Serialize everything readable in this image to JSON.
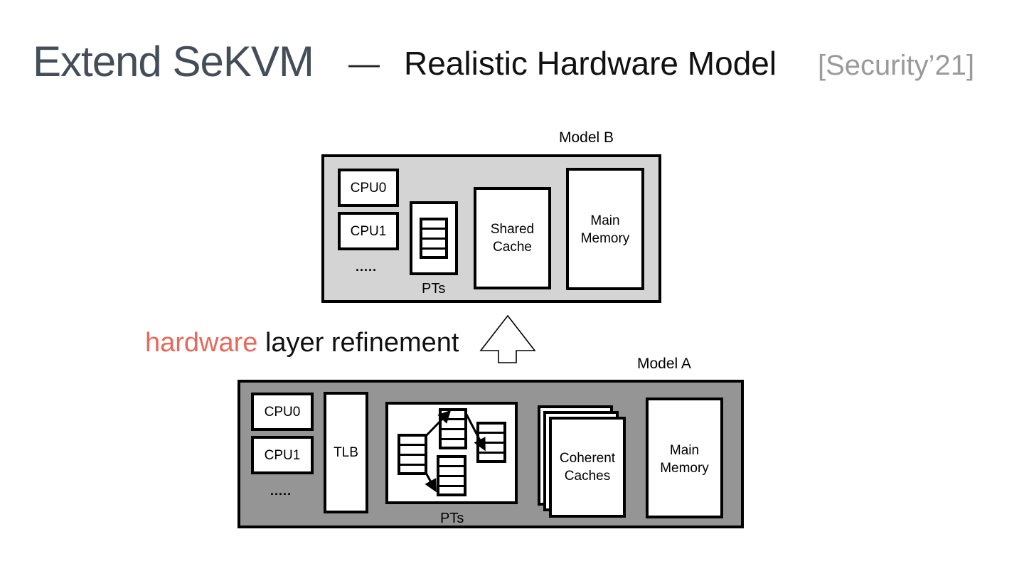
{
  "title": {
    "main": "Extend SeKVM",
    "dash": "—",
    "subtitle": "Realistic Hardware Model",
    "citation": "[Security’21]"
  },
  "colors": {
    "title": "#434e58",
    "citation": "#9a9a9a",
    "accent": "#e8685a",
    "model_b_bg": "#d4d4d4",
    "model_a_bg": "#959595"
  },
  "refinement": {
    "accent_word": "hardware",
    "rest": " layer refinement",
    "arrow_icon": "hollow-up-arrow"
  },
  "model_b": {
    "label": "Model B",
    "cpu0": "CPU0",
    "cpu1": "CPU1",
    "ellipsis": ".....",
    "pts_label": "PTs",
    "shared_cache_line1": "Shared",
    "shared_cache_line2": "Cache",
    "main_memory_line1": "Main",
    "main_memory_line2": "Memory"
  },
  "model_a": {
    "label": "Model A",
    "cpu0": "CPU0",
    "cpu1": "CPU1",
    "ellipsis": ".....",
    "tlb": "TLB",
    "pts_label": "PTs",
    "caches_line1": "Coherent",
    "caches_line2": "Caches",
    "main_memory_line1": "Main",
    "main_memory_line2": "Memory"
  }
}
